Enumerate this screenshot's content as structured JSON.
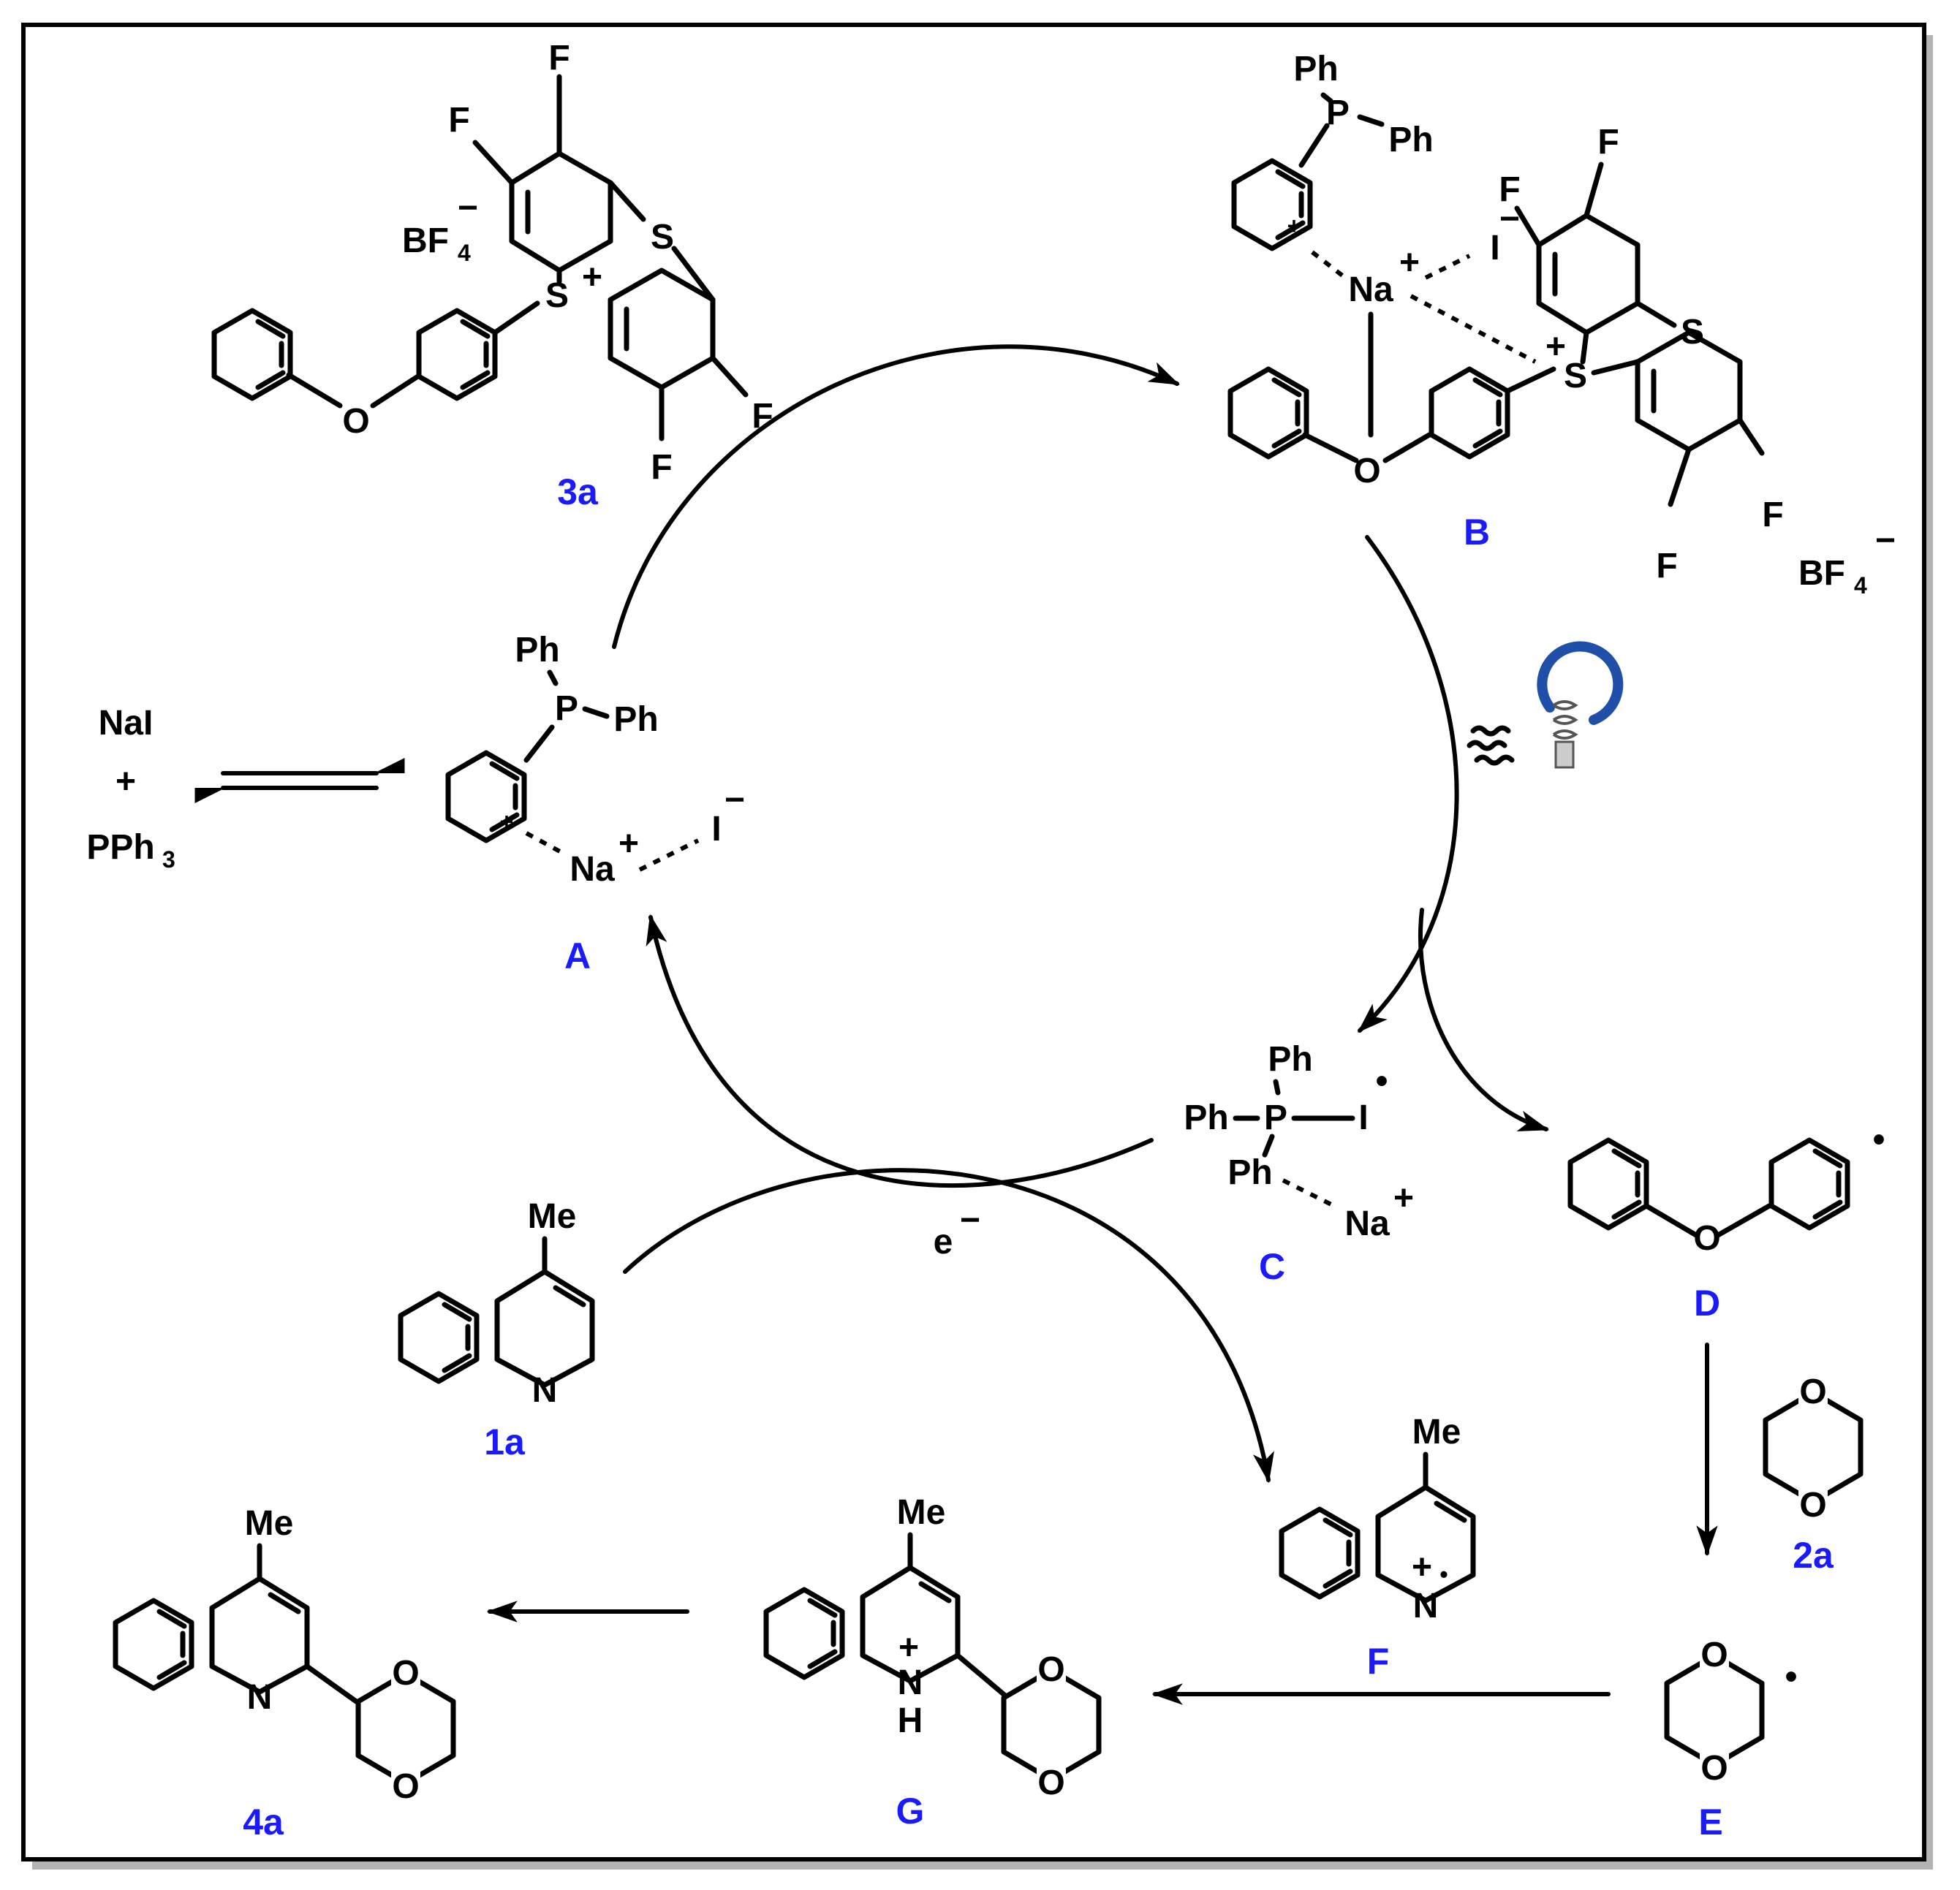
{
  "labels": {
    "c3a": "3a",
    "B": "B",
    "A": "A",
    "C": "C",
    "D": "D",
    "c1a": "1a",
    "c2a": "2a",
    "F": "F",
    "G": "G",
    "E": "E",
    "c4a": "4a"
  },
  "atoms": {
    "F": "F",
    "S": "S",
    "O": "O",
    "N": "N",
    "H": "H",
    "P": "P",
    "Ph": "Ph",
    "Me": "Me",
    "Na": "Na",
    "I": "I",
    "BF": "BF",
    "four": "4",
    "plus": "+",
    "minus": "−",
    "radical": "•"
  },
  "reagents": {
    "nai": "NaI",
    "plus": "+",
    "pph": "PPh",
    "pph_sub": "3"
  },
  "electron": {
    "e": "e",
    "charge": "−"
  },
  "light_icon": "visible-light-bulb-icon",
  "colors": {
    "label": "#1a1aff",
    "lines": "#000000",
    "shadow": "#b3b3b3",
    "bulb_ring": "#1f4fa8"
  }
}
